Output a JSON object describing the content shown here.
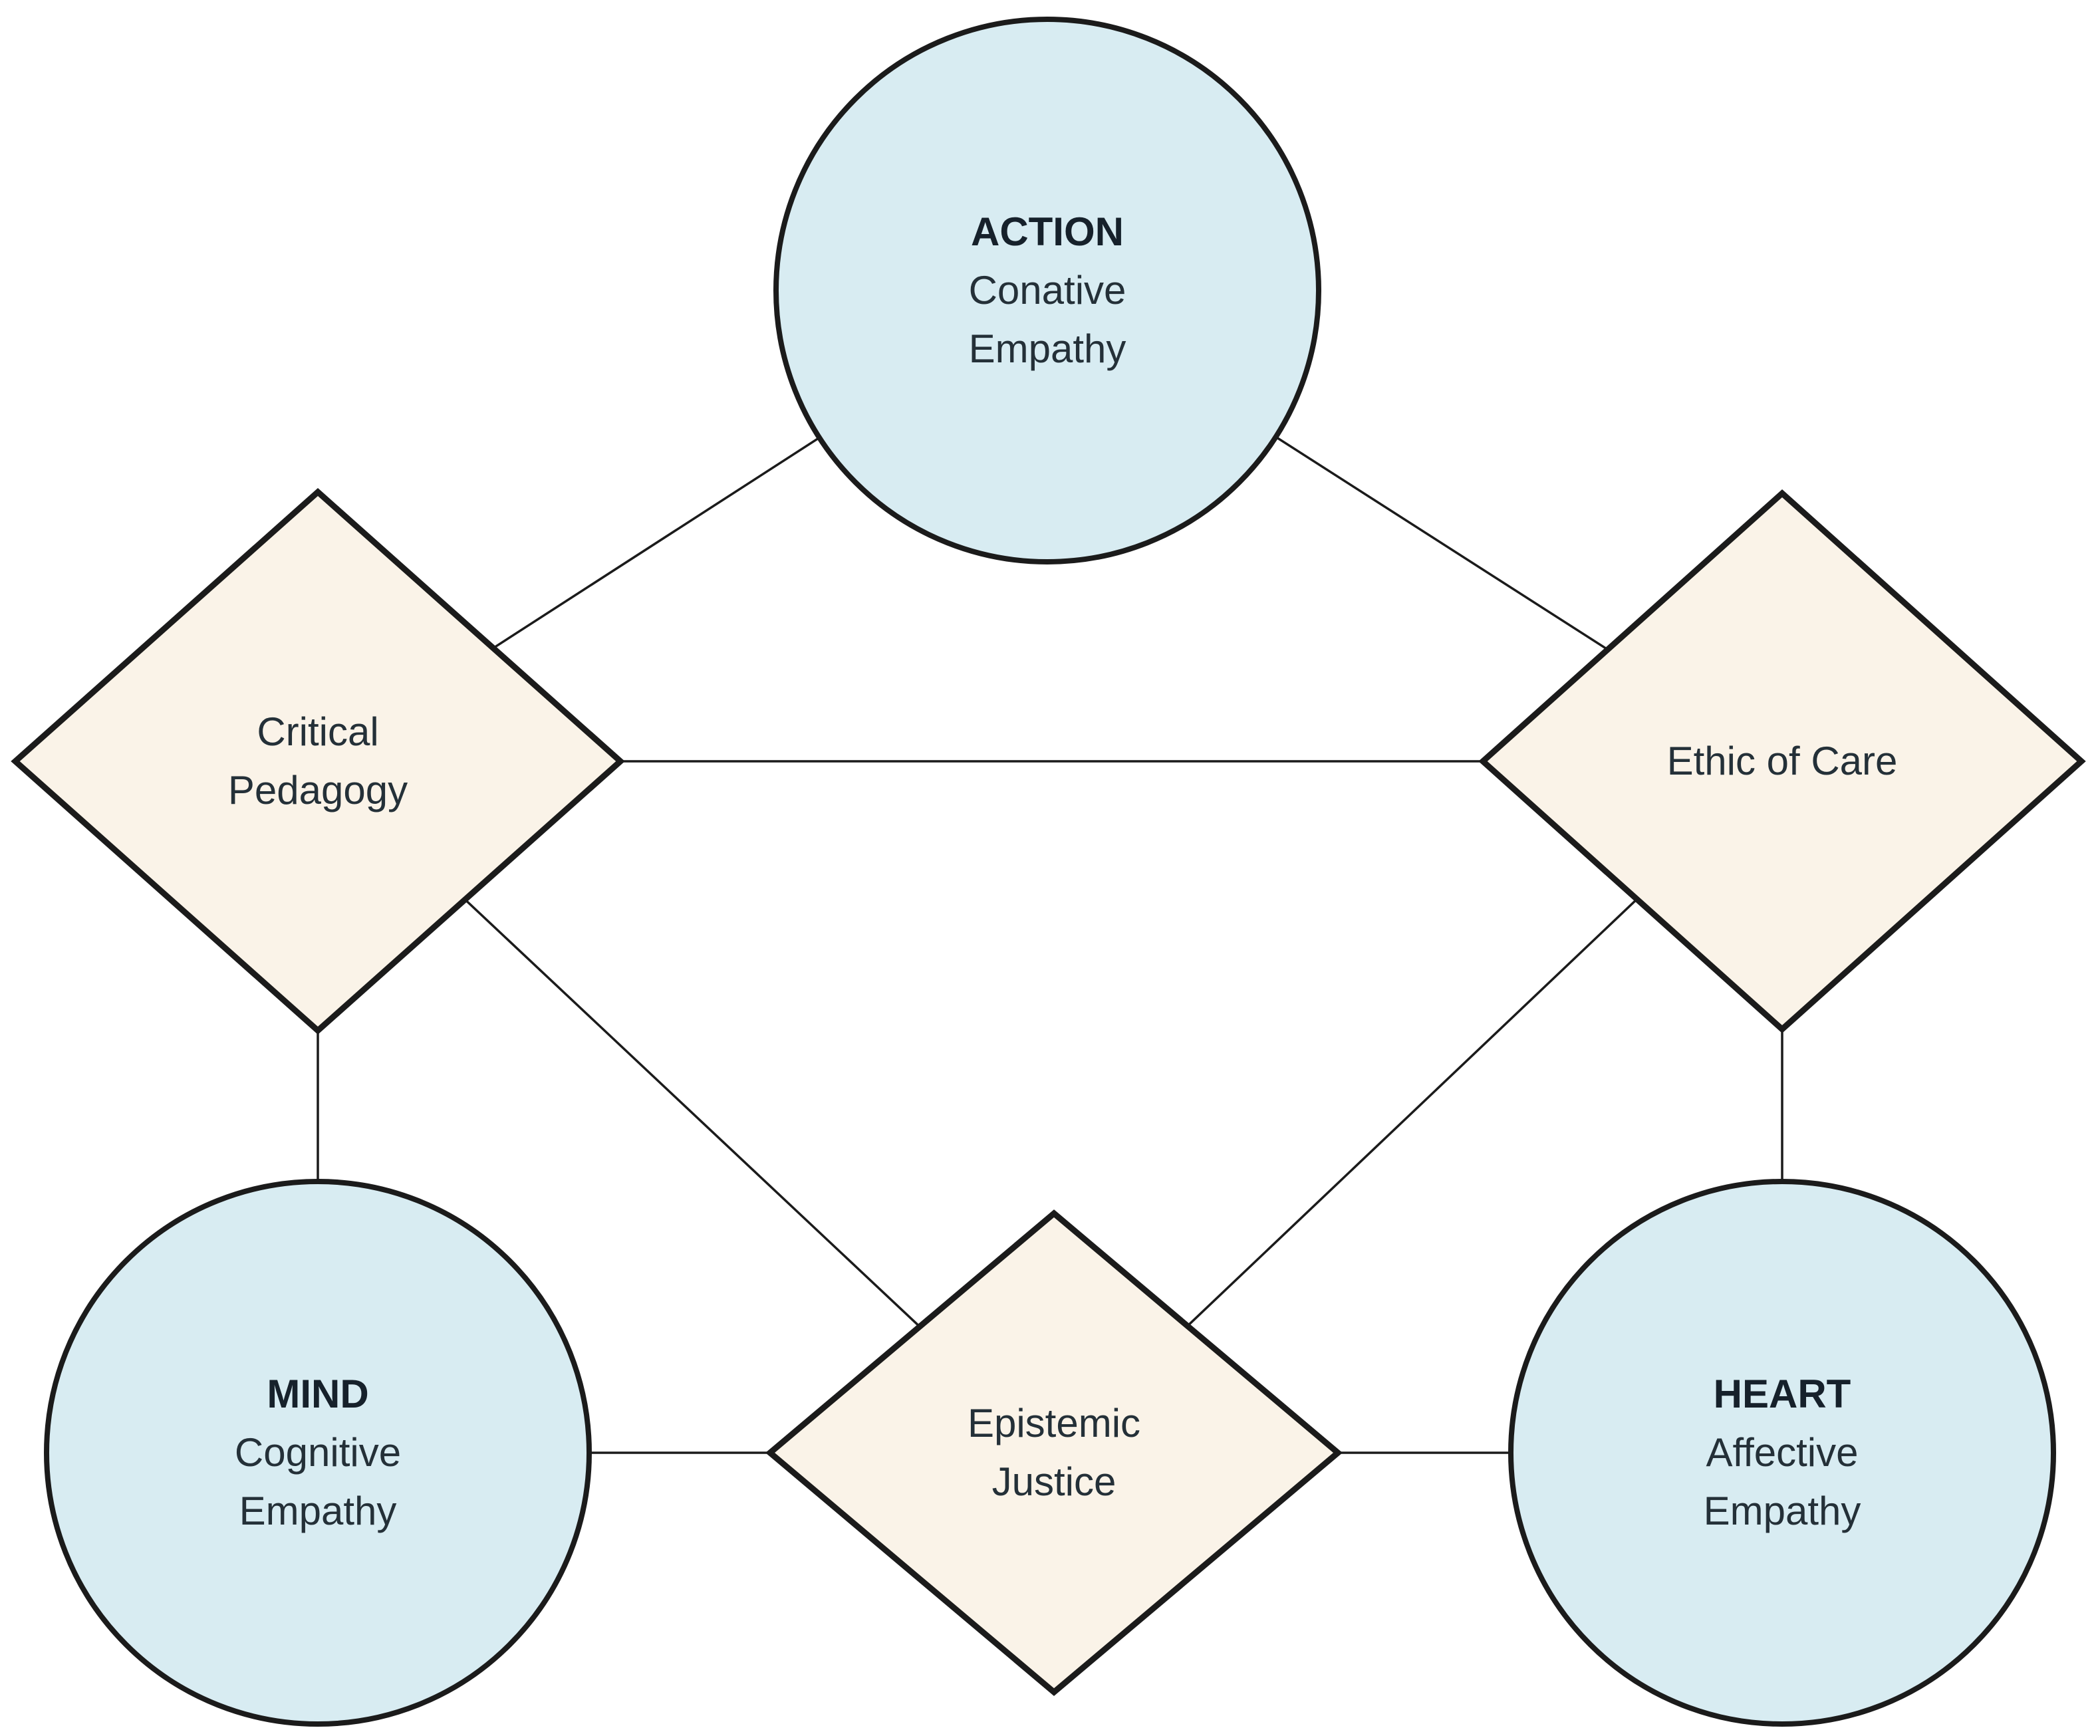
{
  "diagram": {
    "nodes": {
      "action": {
        "type": "circle",
        "title": "ACTION",
        "line1": "Conative",
        "line2": "Empathy"
      },
      "critical": {
        "type": "diamond",
        "line1": "Critical",
        "line2": "Pedagogy"
      },
      "ethic": {
        "type": "diamond",
        "line1": "Ethic of Care"
      },
      "mind": {
        "type": "circle",
        "title": "MIND",
        "line1": "Cognitive",
        "line2": "Empathy"
      },
      "epistemic": {
        "type": "diamond",
        "line1": "Epistemic",
        "line2": "Justice"
      },
      "heart": {
        "type": "circle",
        "title": "HEART",
        "line1": "Affective",
        "line2": "Empathy"
      }
    },
    "edges": [
      [
        "action",
        "critical"
      ],
      [
        "action",
        "ethic"
      ],
      [
        "critical",
        "ethic"
      ],
      [
        "critical",
        "mind"
      ],
      [
        "critical",
        "epistemic"
      ],
      [
        "ethic",
        "epistemic"
      ],
      [
        "ethic",
        "heart"
      ],
      [
        "mind",
        "epistemic"
      ],
      [
        "epistemic",
        "heart"
      ]
    ],
    "colors": {
      "background": "#ffffff",
      "circle_fill": "#d8ecf2",
      "diamond_fill": "#faf3e8",
      "stroke": "#1b1b1b",
      "text": "#243038"
    }
  }
}
